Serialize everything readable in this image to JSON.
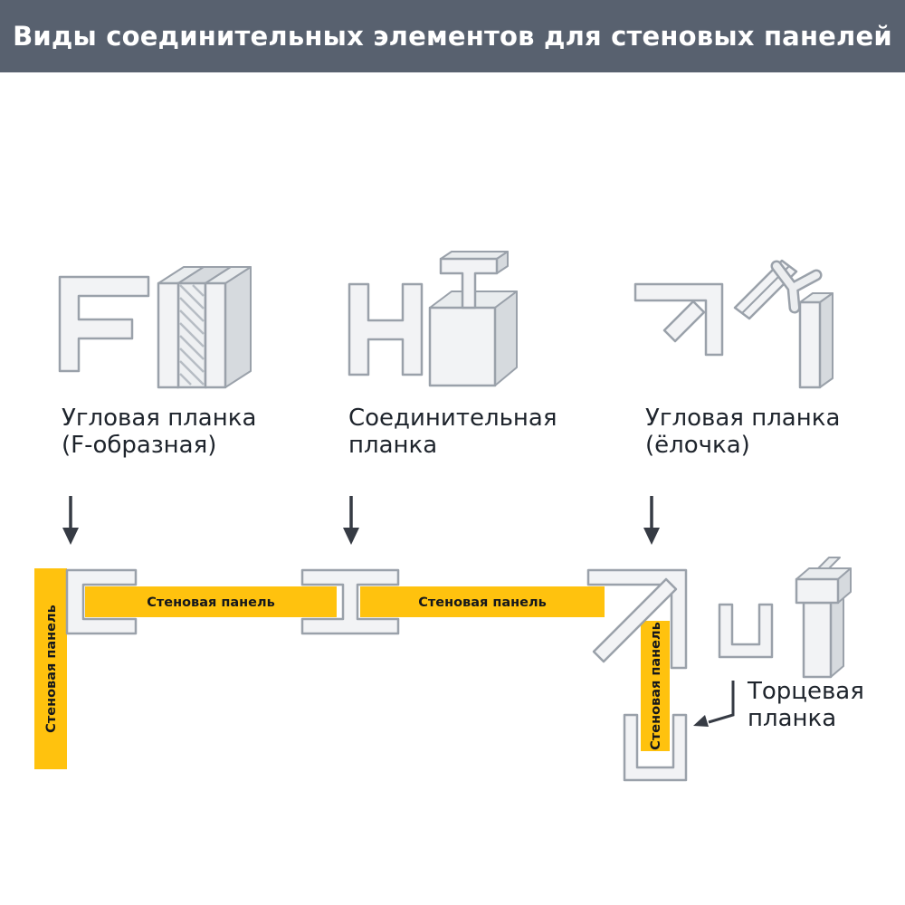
{
  "header": {
    "title": "Виды соединительных элементов для стеновых панелей"
  },
  "profiles": [
    {
      "label1": "Угловая планка",
      "label2": "(F-образная)"
    },
    {
      "label1": "Соединительная",
      "label2": "планка"
    },
    {
      "label1": "Угловая планка",
      "label2": "(ёлочка)"
    }
  ],
  "assembly": {
    "panel_label": "Стеновая панель",
    "end_trim": {
      "label1": "Торцевая",
      "label2": "планка"
    }
  },
  "colors": {
    "header_bg": "#58616f",
    "accent_yellow": "#ffc20e",
    "profile_fill": "#f2f3f5",
    "profile_top": "#e9ecee",
    "profile_side": "#d6dade",
    "profile_stroke": "#9aa1aa",
    "text_dark": "#1e242c",
    "arrow": "#363b44"
  }
}
